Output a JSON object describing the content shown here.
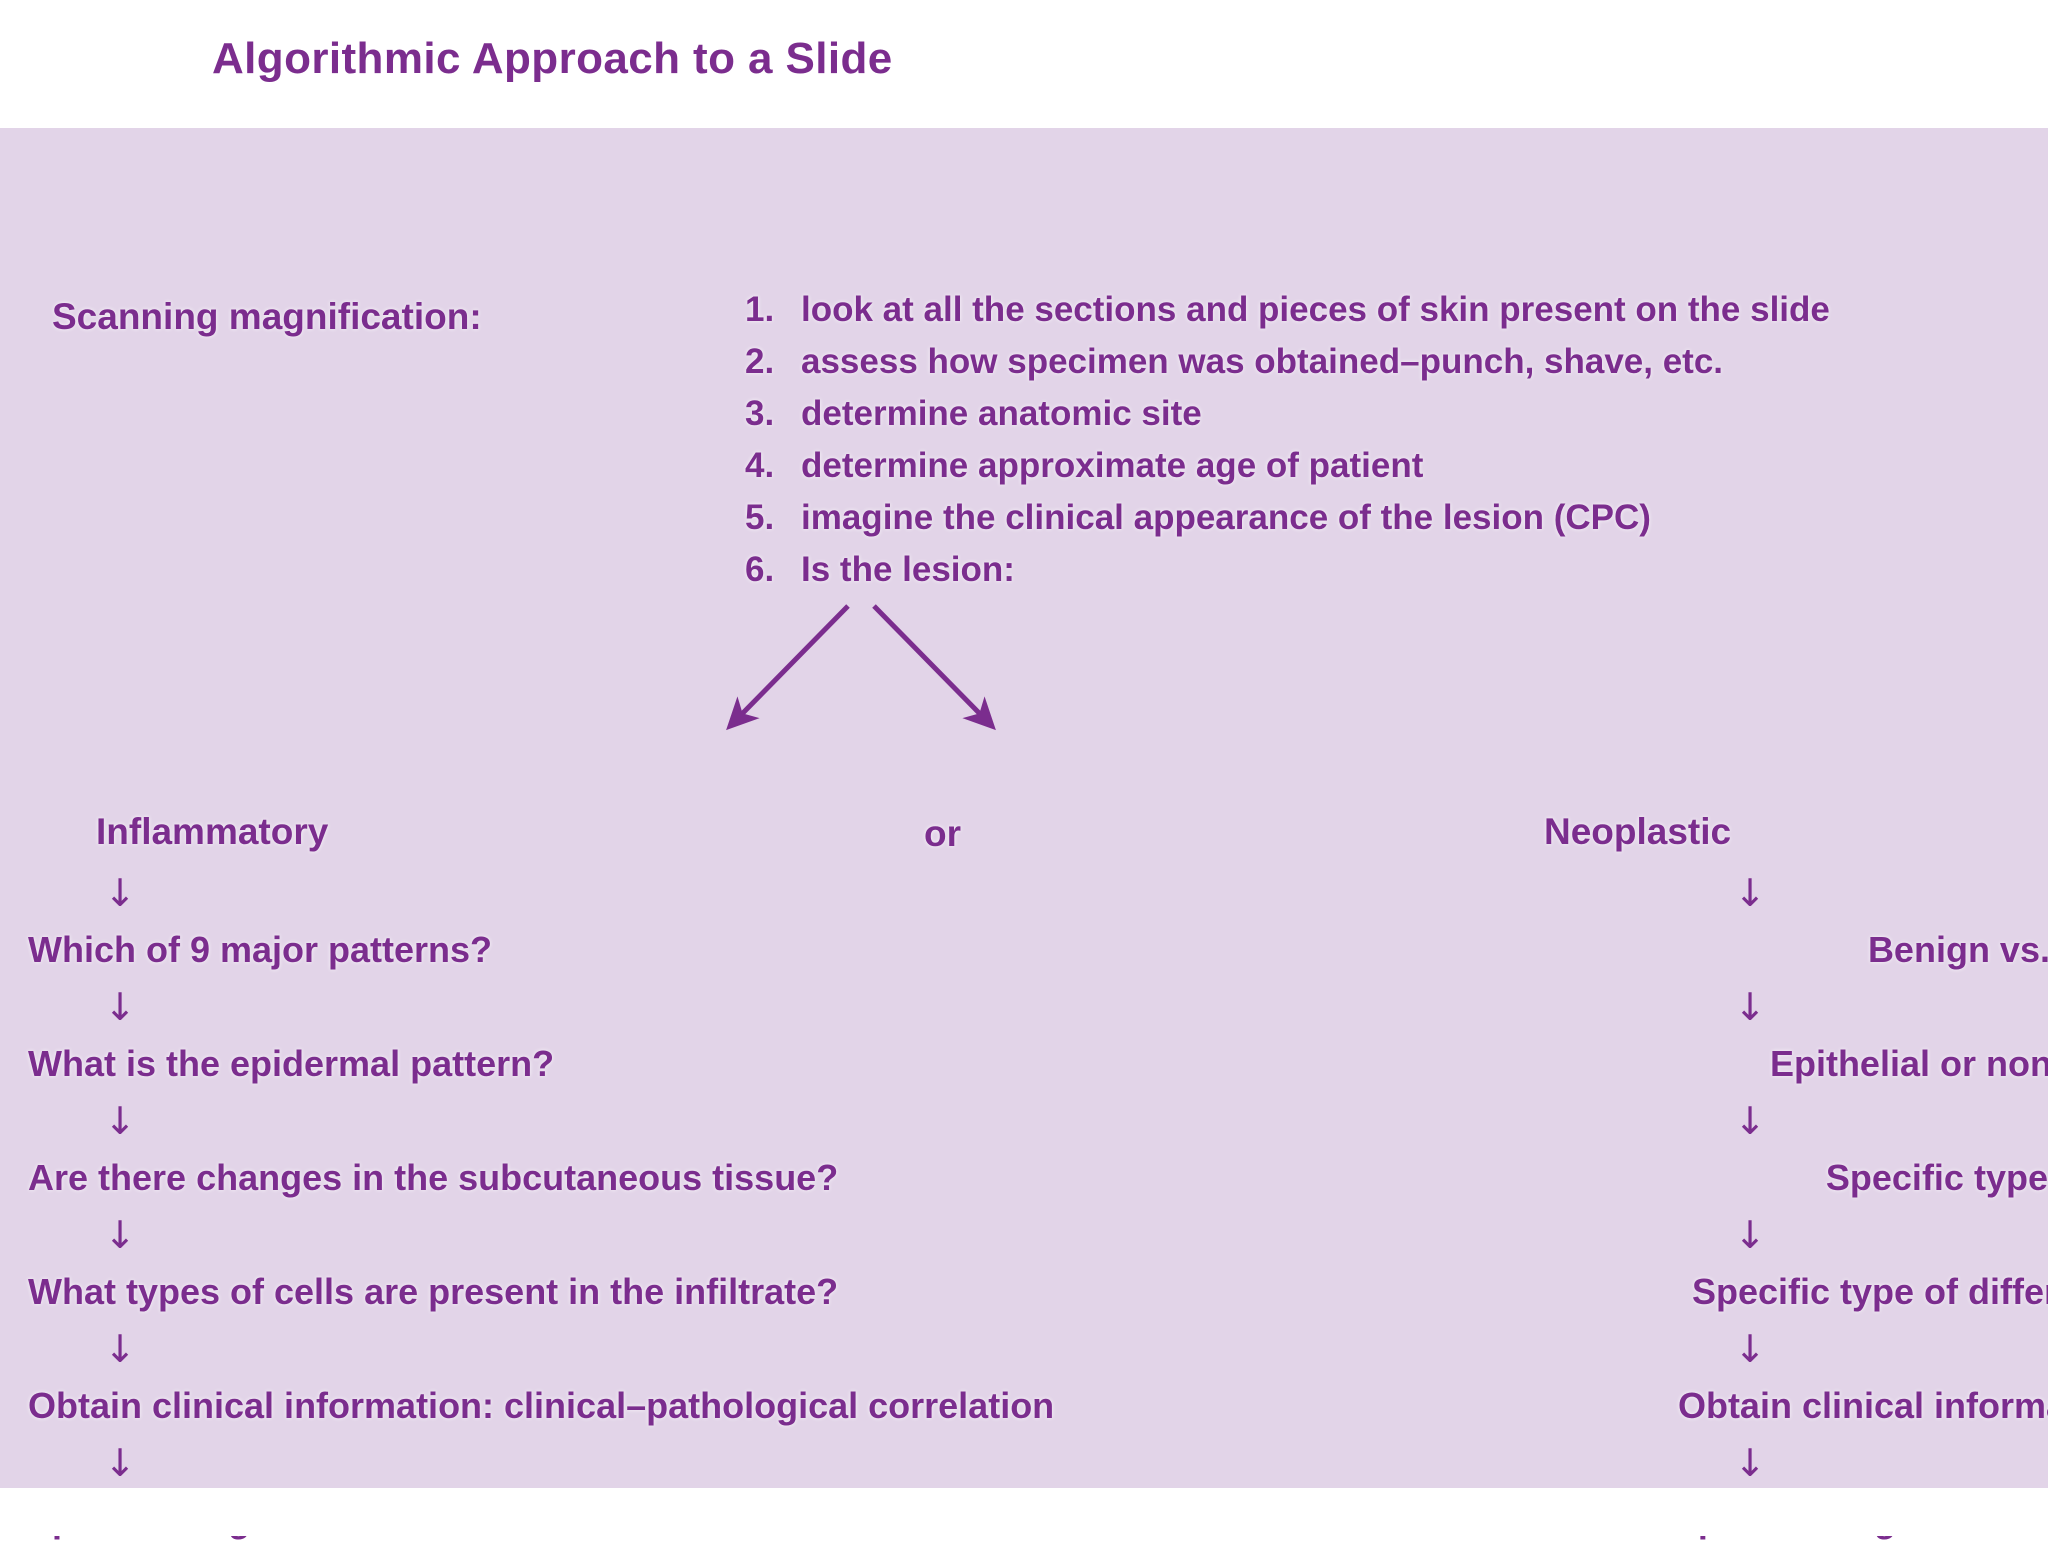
{
  "title": "Algorithmic Approach to a Slide",
  "colors": {
    "accent": "#7b2d8e",
    "panel_background": "#e2d4e8",
    "page_background": "#ffffff"
  },
  "scanning": {
    "label": "Scanning magnification:"
  },
  "steps": [
    {
      "num": "1.",
      "text": "look at all the sections and pieces of skin present on the slide"
    },
    {
      "num": "2.",
      "text": "assess how specimen was obtained–punch, shave, etc."
    },
    {
      "num": "3.",
      "text": "determine anatomic site"
    },
    {
      "num": "4.",
      "text": "determine approximate age of patient"
    },
    {
      "num": "5.",
      "text": "imagine the clinical appearance of the lesion (CPC)"
    },
    {
      "num": "6.",
      "text": "Is the lesion:"
    }
  ],
  "branch": {
    "left_label": "Inflammatory",
    "conjunction": "or",
    "right_label": "Neoplastic"
  },
  "arrow_glyph": "↓",
  "left_chain": [
    "Which of 9 major patterns?",
    "What is the epidermal pattern?",
    "Are there changes  in the subcutaneous tissue?",
    "What types of cells are present in the infiltrate?",
    "Obtain clinical information: clinical–pathological correlation",
    "Specific diagnosis or differential"
  ],
  "right_chain": [
    "Benign vs. malignant",
    "Epithelial or nonepithelial?",
    "Specific type of cell? or",
    "Specific type of differentiation?",
    "Obtain clinical information: CPC",
    "Specific diagnosis or differential"
  ]
}
